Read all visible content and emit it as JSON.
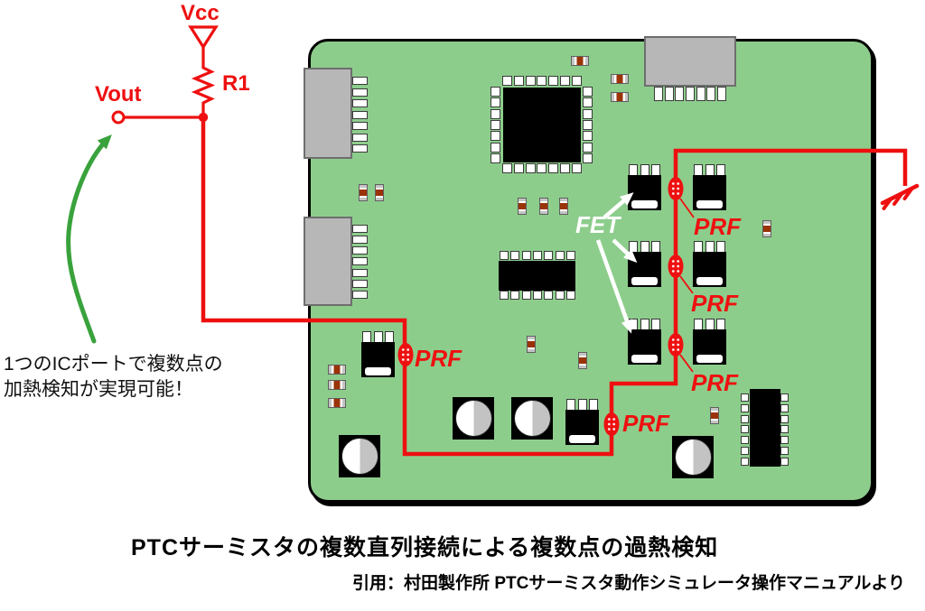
{
  "schematic": {
    "vcc": "Vcc",
    "r1": "R1",
    "vout": "Vout"
  },
  "pcb": {
    "fet_label": "FET",
    "prf_label": "PRF"
  },
  "note": {
    "line1": "1つのICポートで複数点の",
    "line2": "加熱検知が実現可能！"
  },
  "captions": {
    "title": "PTCサーミスタの複数直列接続による複数点の過熱検知",
    "citation": "引用：村田製作所 PTCサーミスタ動作シミュレータ操作マニュアルより"
  },
  "colors": {
    "wire-red": "#ee1010",
    "pcb-green": "#8dcd8c",
    "arrow-green": "#39a23c",
    "connector-gray": "#b7b7b7",
    "board-edge": "#000000",
    "resistor-band": "#9a3305"
  }
}
